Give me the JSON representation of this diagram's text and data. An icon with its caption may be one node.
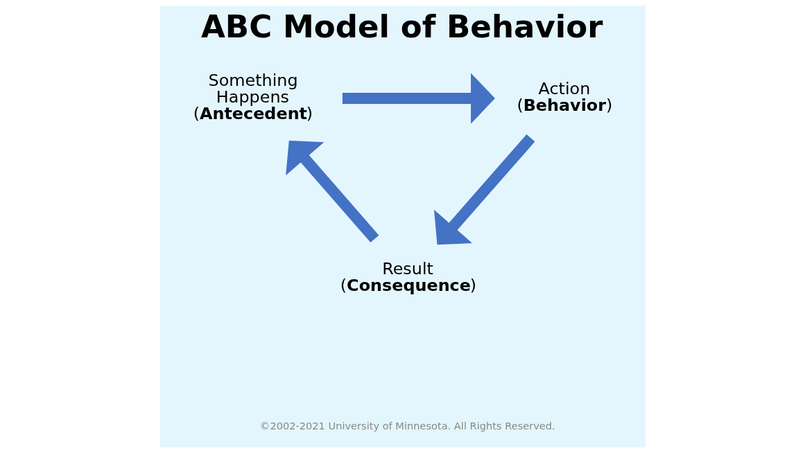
{
  "diagram": {
    "title": "ABC Model of Behavior",
    "nodes": [
      {
        "text": [
          "Something Happens (**Antecedent**)"
        ]
      },
      {
        "text": [
          "Action (**Behavior**)"
        ]
      },
      {
        "text": [
          "Result (**Consequence**)"
        ]
      }
    ],
    "edges": [
      {
        "from": 0,
        "to": 1,
        "arrow": "to"
      },
      {
        "from": 1,
        "to": 2,
        "arrow": "to"
      },
      {
        "from": 2,
        "to": 0,
        "arrow": "to"
      }
    ],
    "labels": [
      "©2002-2021 University of Minnesota. All Rights Reserved."
    ]
  }
}
